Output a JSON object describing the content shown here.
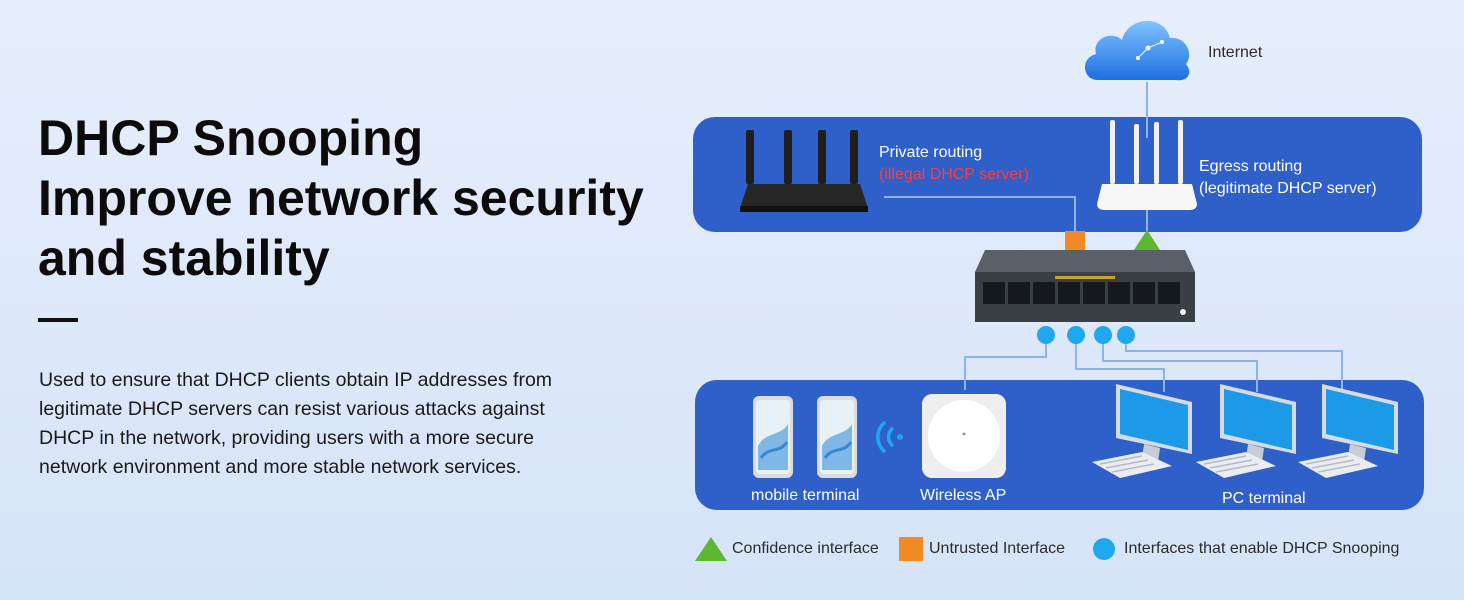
{
  "headline": {
    "line1": "DHCP Snooping",
    "line2": "Improve network security",
    "line3": "and stability"
  },
  "description": {
    "line1": "Used to ensure that DHCP clients obtain IP addresses from",
    "line2": "legitimate DHCP servers  can resist various attacks against",
    "line3": "DHCP in the network, providing users with a more secure",
    "line4": "network environment and more stable network services."
  },
  "diagram": {
    "internet_label": "Internet",
    "private_routing_label": "Private routing",
    "private_routing_note": "(illegal DHCP server)",
    "egress_routing_label": "Egress routing",
    "egress_routing_note": "(legitimate DHCP server)",
    "mobile_terminal_label": "mobile terminal",
    "wireless_ap_label": "Wireless AP",
    "pc_terminal_label": "PC terminal"
  },
  "legend": {
    "confidence": "Confidence interface",
    "untrusted": "Untrusted Interface",
    "snooping": "Interfaces that enable DHCP Snooping"
  },
  "colors": {
    "panel": "#2f5fc8",
    "confidence_interface": "#5cb832",
    "untrusted_interface": "#f08a24",
    "snooping_interface": "#1fa8f0",
    "illegal_text": "#ff3b3b"
  }
}
